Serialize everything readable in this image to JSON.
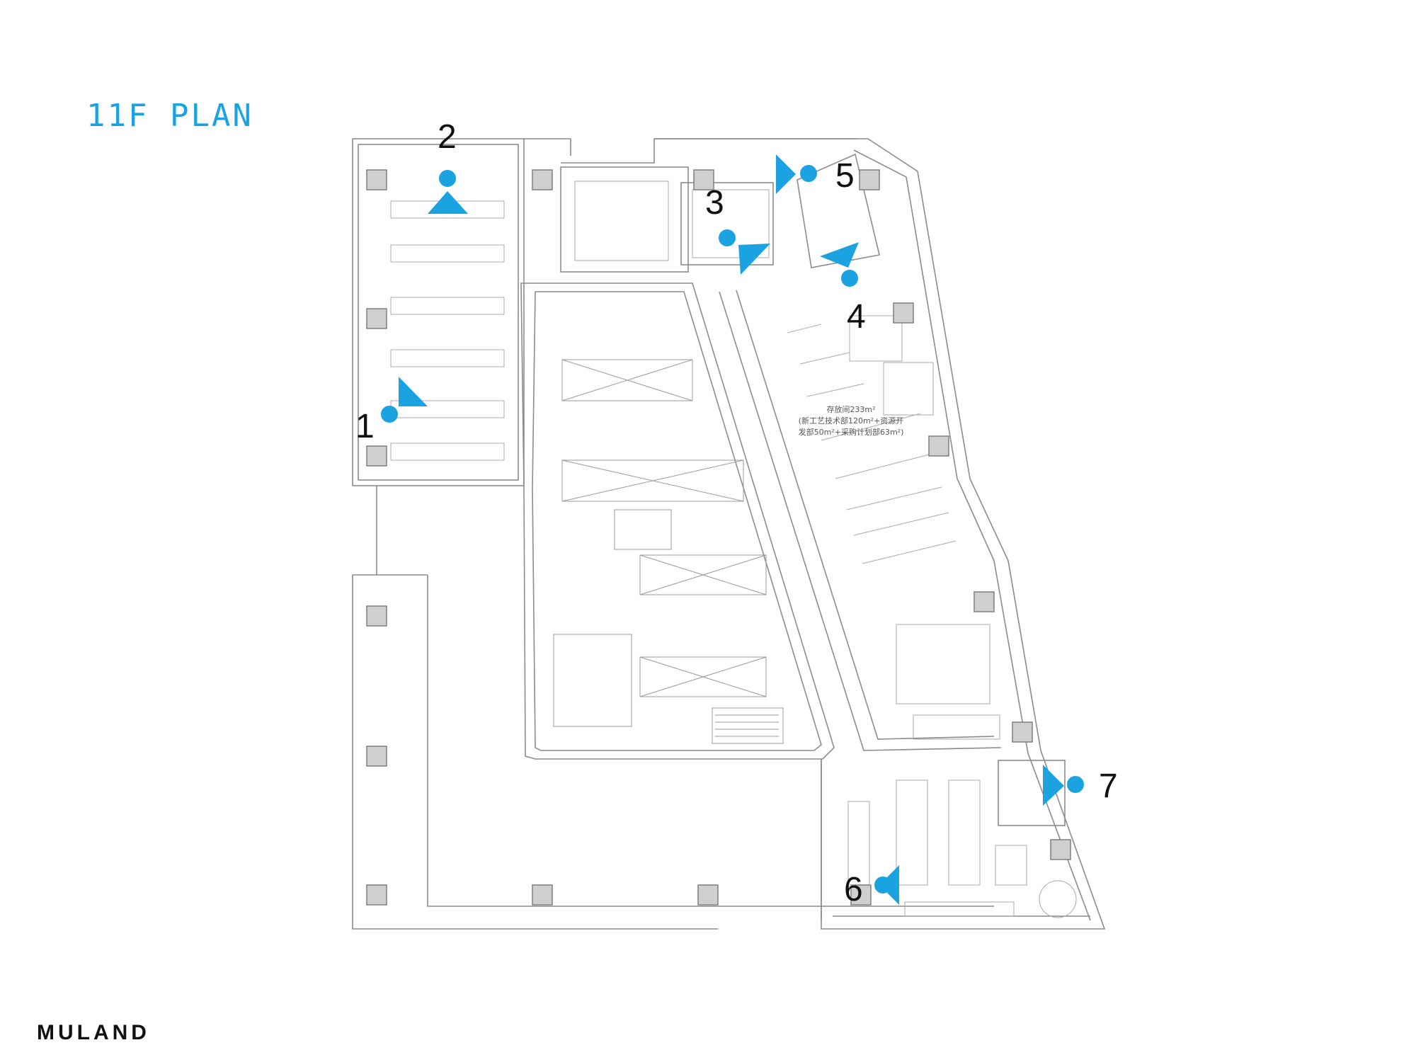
{
  "title": "11F PLAN",
  "brand": "MULAND",
  "colors": {
    "accent": "#1aa3e0",
    "line": "#8c8c8c",
    "column": "#cfcfcf"
  },
  "viewpoints": [
    {
      "label": "1",
      "direction": "up-right"
    },
    {
      "label": "2",
      "direction": "down"
    },
    {
      "label": "3",
      "direction": "down-right"
    },
    {
      "label": "4",
      "direction": "up"
    },
    {
      "label": "5",
      "direction": "left"
    },
    {
      "label": "6",
      "direction": "right"
    },
    {
      "label": "7",
      "direction": "left"
    }
  ],
  "storage_room_text": [
    "存放间233m²",
    "(新工艺技术部120m²+资源开",
    "发部50m²+采购计划部63m²)"
  ]
}
